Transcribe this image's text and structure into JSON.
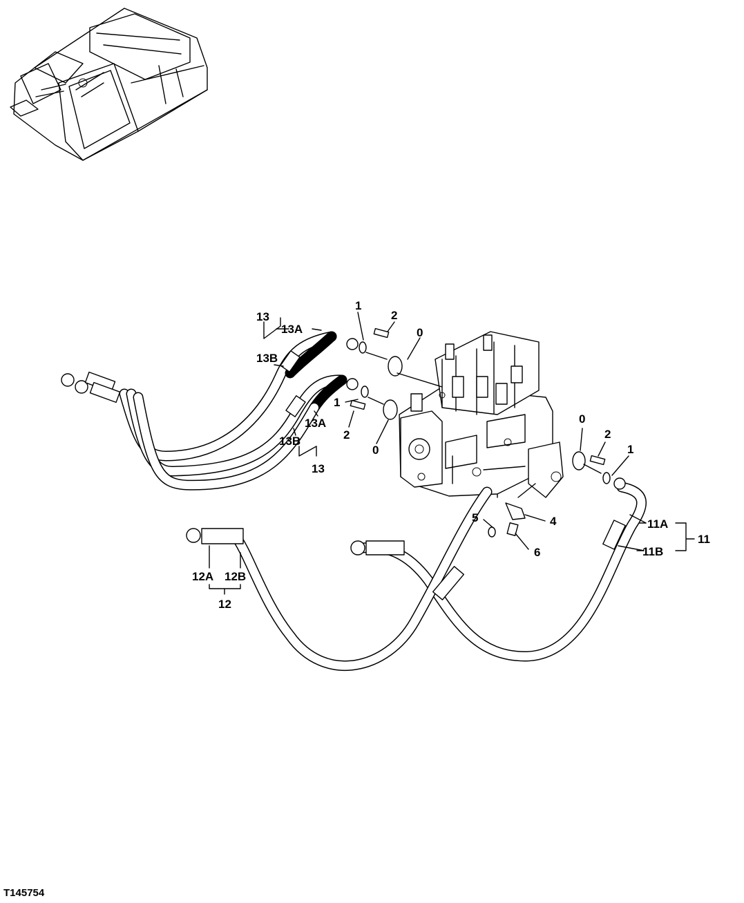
{
  "figure_id": "T145754",
  "callouts": {
    "c0a": "0",
    "c0b": "0",
    "c0c": "0",
    "c1a": "1",
    "c1b": "1",
    "c1c": "1",
    "c2a": "2",
    "c2b": "2",
    "c2c": "2",
    "c4": "4",
    "c5": "5",
    "c6": "6",
    "c11": "11",
    "c11a": "11A",
    "c11b": "11B",
    "c12": "12",
    "c12a": "12A",
    "c12b": "12B",
    "c13top": "13",
    "c13atop": "13A",
    "c13btop": "13B",
    "c13bot": "13",
    "c13abot": "13A",
    "c13bbot": "13B"
  }
}
